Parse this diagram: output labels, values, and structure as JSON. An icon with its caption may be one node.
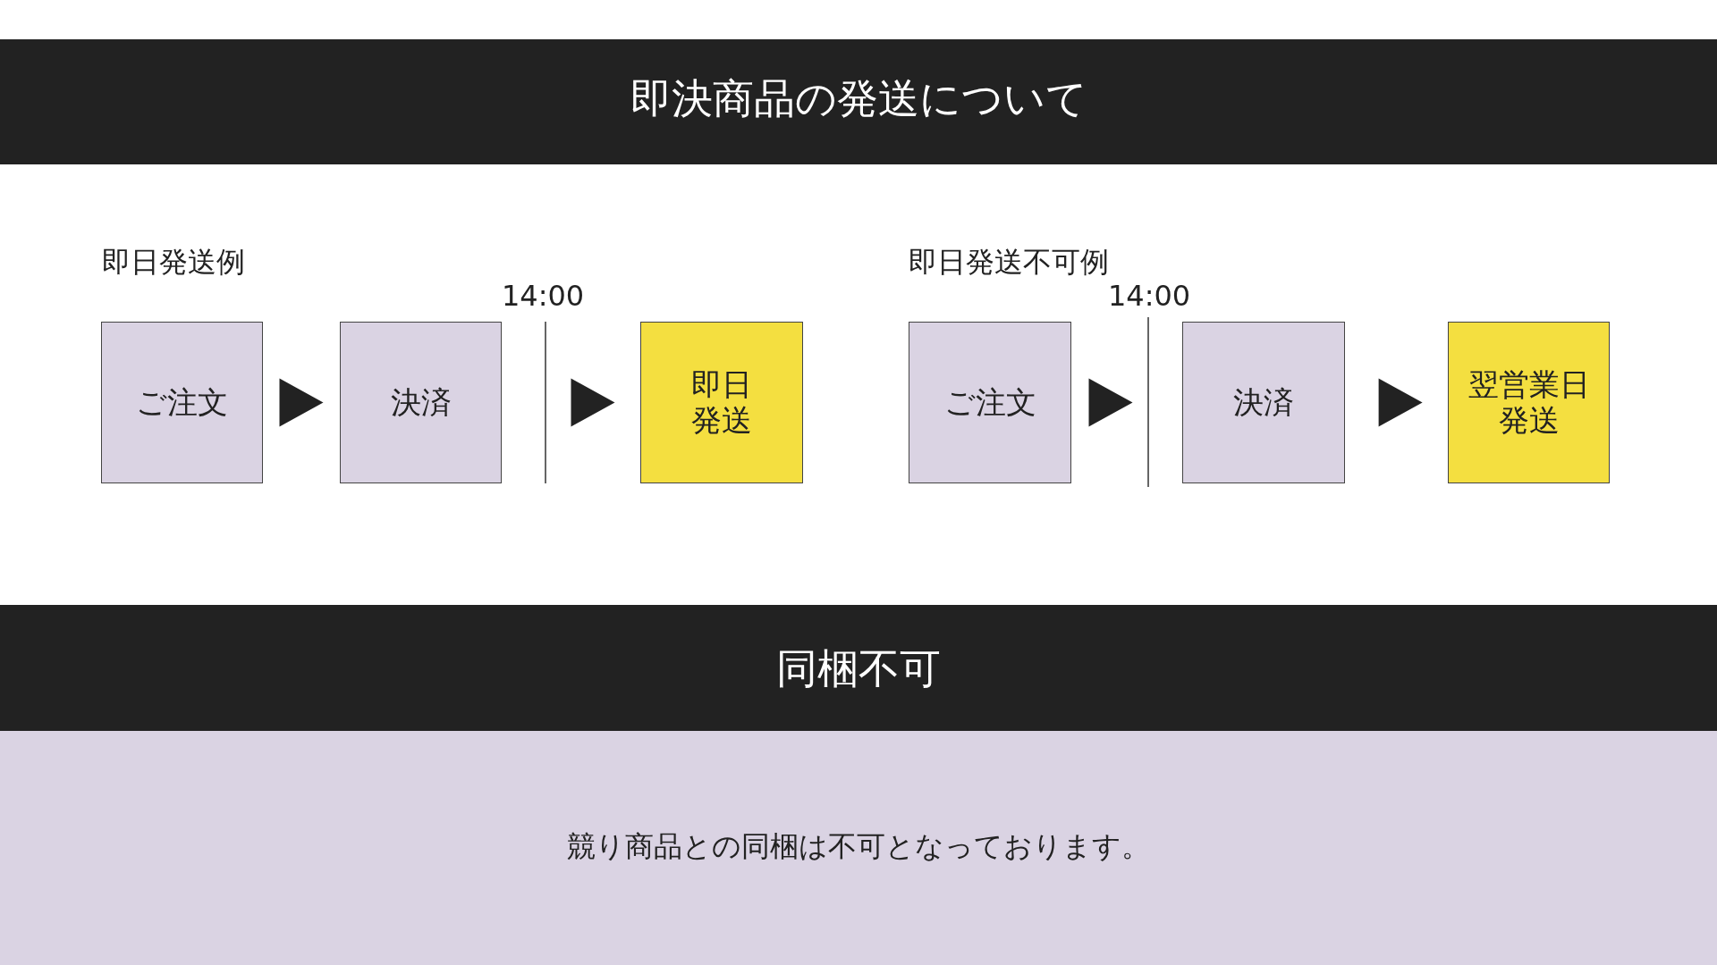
{
  "diagram": {
    "title": "即決商品の発送について",
    "nodes": [
      {
        "text": [
          "ご注文"
        ]
      },
      {
        "text": [
          "決済"
        ]
      },
      {
        "text": [
          "即日発送"
        ]
      },
      {
        "text": [
          "ご注文"
        ]
      },
      {
        "text": [
          "決済"
        ]
      },
      {
        "text": [
          "翌営業日発送"
        ]
      }
    ],
    "edges": [
      {
        "from": 0,
        "to": 1,
        "arrow": "to"
      },
      {
        "from": 1,
        "to": 2,
        "arrow": "to"
      },
      {
        "from": 3,
        "to": 4,
        "arrow": "to"
      },
      {
        "from": 4,
        "to": 5,
        "arrow": "to"
      }
    ],
    "labels": [
      "即日発送例",
      "即日発送不可例",
      "14:00",
      "14:00",
      "同梱不可",
      "競り商品との同梱は不可となっております。"
    ]
  }
}
